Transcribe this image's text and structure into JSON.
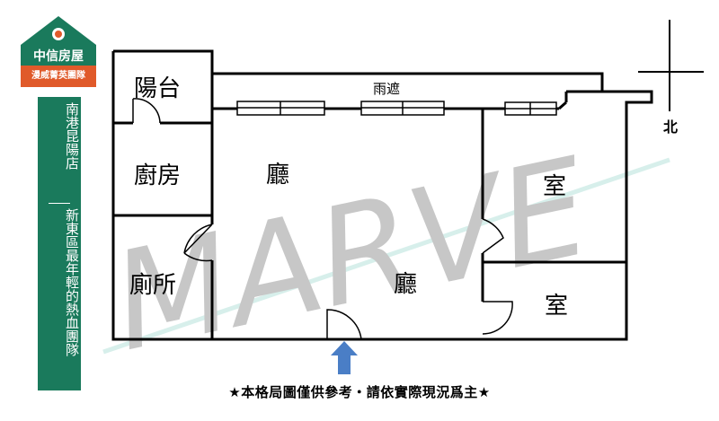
{
  "brand": {
    "name": "中信房屋",
    "team": "漫威菁英團隊",
    "store": "南港昆陽店",
    "slogan": "新東區最年輕的熱血團隊",
    "color_primary": "#1a7a5c",
    "color_accent": "#e05a2a"
  },
  "watermark": {
    "text": "MARVE"
  },
  "compass": {
    "north": "北"
  },
  "rooms": {
    "balcony": "陽台",
    "kitchen": "廚房",
    "living_upper": "廳",
    "living_lower": "廳",
    "restroom": "廁所",
    "bedroom_1": "室",
    "bedroom_2": "室",
    "awning": "雨遮"
  },
  "entrance_icon": "up-arrow-icon",
  "footer": "★本格局圖僅供參考・請依實際現況爲主★"
}
